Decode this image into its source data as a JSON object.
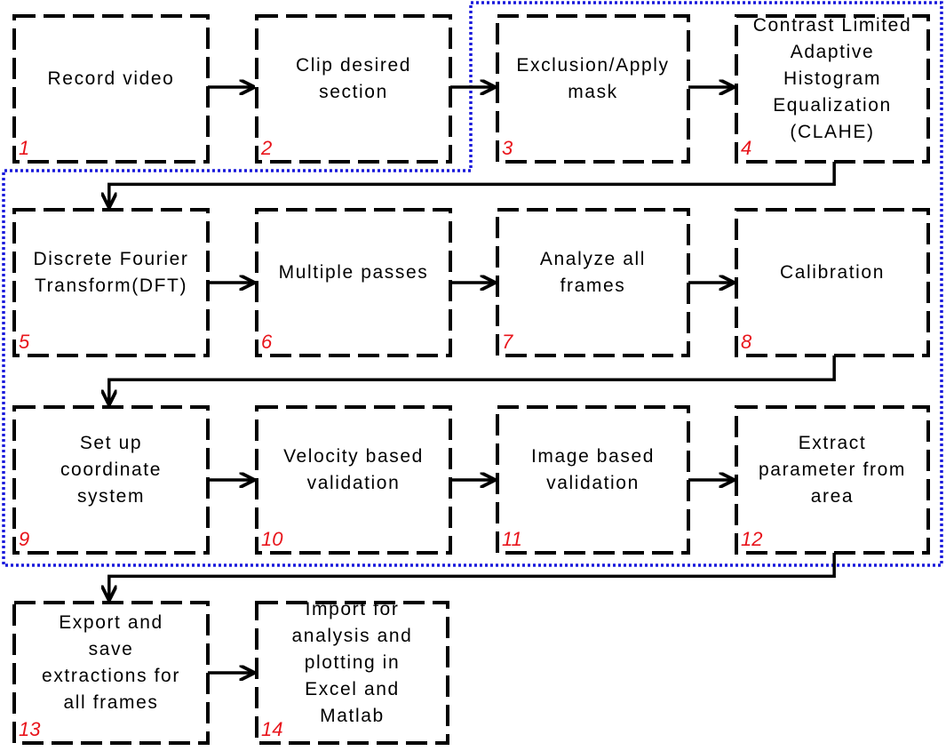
{
  "colors": {
    "box_border": "#000000",
    "region_border": "#1a1adc",
    "number_color": "#e8141b"
  },
  "steps": [
    {
      "id": 1,
      "number": "1",
      "label": "Record video"
    },
    {
      "id": 2,
      "number": "2",
      "label": "Clip desired\nsection"
    },
    {
      "id": 3,
      "number": "3",
      "label": "Exclusion/Apply\nmask"
    },
    {
      "id": 4,
      "number": "4",
      "label": "Contrast Limited\nAdaptive\nHistogram\nEqualization\n(CLAHE)"
    },
    {
      "id": 5,
      "number": "5",
      "label": "Discrete Fourier\nTransform(DFT)"
    },
    {
      "id": 6,
      "number": "6",
      "label": "Multiple passes"
    },
    {
      "id": 7,
      "number": "7",
      "label": "Analyze all\nframes"
    },
    {
      "id": 8,
      "number": "8",
      "label": "Calibration"
    },
    {
      "id": 9,
      "number": "9",
      "label": "Set up\ncoordinate\nsystem"
    },
    {
      "id": 10,
      "number": "10",
      "label": "Velocity based\nvalidation"
    },
    {
      "id": 11,
      "number": "11",
      "label": "Image based\nvalidation"
    },
    {
      "id": 12,
      "number": "12",
      "label": "Extract\nparameter from\narea"
    },
    {
      "id": 13,
      "number": "13",
      "label": "Export and\nsave\nextractions for\nall frames"
    },
    {
      "id": 14,
      "number": "14",
      "label": "Import for\nanalysis and\nplotting in\nExcel and\nMatlab"
    }
  ],
  "connections": [
    {
      "from": 1,
      "to": 2
    },
    {
      "from": 2,
      "to": 3
    },
    {
      "from": 3,
      "to": 4
    },
    {
      "from": 4,
      "to": 5
    },
    {
      "from": 5,
      "to": 6
    },
    {
      "from": 6,
      "to": 7
    },
    {
      "from": 7,
      "to": 8
    },
    {
      "from": 8,
      "to": 9
    },
    {
      "from": 9,
      "to": 10
    },
    {
      "from": 10,
      "to": 11
    },
    {
      "from": 11,
      "to": 12
    },
    {
      "from": 12,
      "to": 13
    },
    {
      "from": 13,
      "to": 14
    }
  ]
}
